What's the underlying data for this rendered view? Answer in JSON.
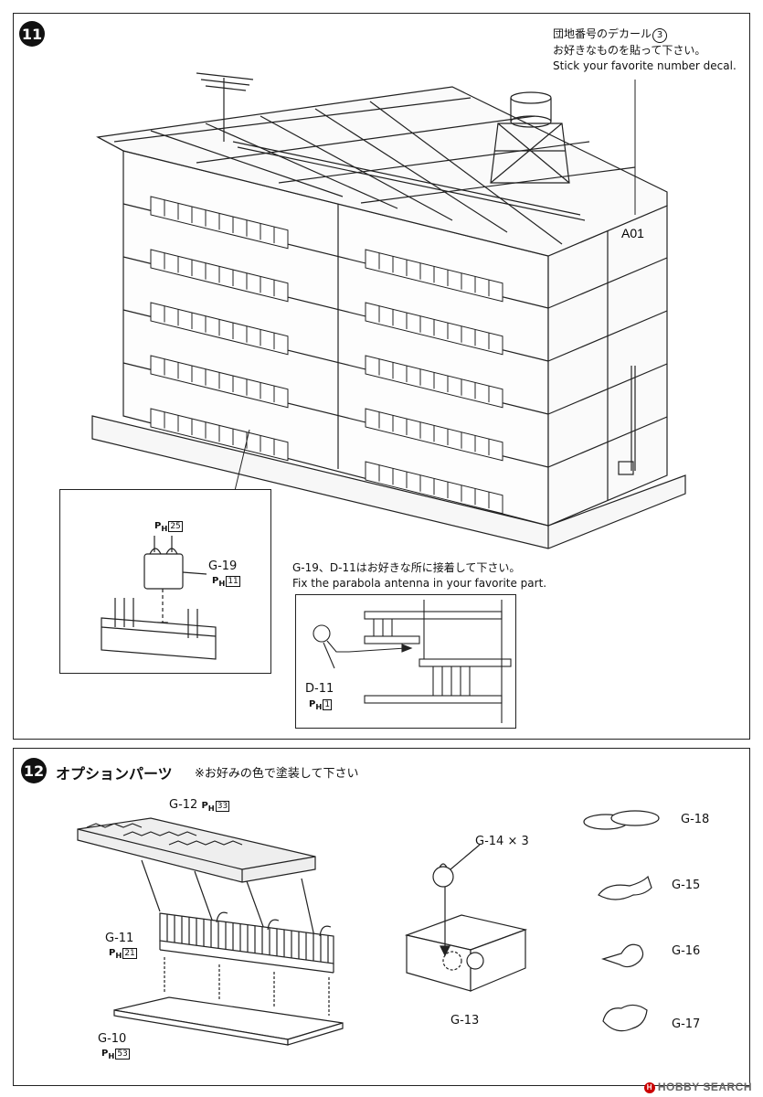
{
  "step11": {
    "number": "11",
    "decal_note_jp_line1_a": "団地番号のデカール",
    "decal_note_circled": "3",
    "decal_note_jp_line2": "お好きなものを貼って下さい。",
    "decal_note_en": "Stick your favorite number decal.",
    "building_label": "A01",
    "inset_g19": {
      "ph_part": "25",
      "part_label": "G-19",
      "ph_part2": "11"
    },
    "antenna_note_jp": "G-19、D-11はお好きな所に接着して下さい。",
    "antenna_note_en": "Fix the parabola antenna in your favorite part.",
    "inset_d11": {
      "part_label": "D-11",
      "ph_part": "1"
    }
  },
  "step12": {
    "number": "12",
    "title": "オプションパーツ",
    "subtitle": "※お好みの色で塗装して下さい",
    "parts": {
      "g12": {
        "label": "G-12",
        "ph": "33"
      },
      "g11": {
        "label": "G-11",
        "ph": "21"
      },
      "g10": {
        "label": "G-10",
        "ph": "53"
      },
      "g14": {
        "label": "G-14 × 3"
      },
      "g13": {
        "label": "G-13"
      },
      "g18": {
        "label": "G-18"
      },
      "g15": {
        "label": "G-15"
      },
      "g16": {
        "label": "G-16"
      },
      "g17": {
        "label": "G-17"
      }
    },
    "ph_prefix": "P",
    "ph_sub": "H"
  },
  "watermark": "HOBBY SEARCH"
}
